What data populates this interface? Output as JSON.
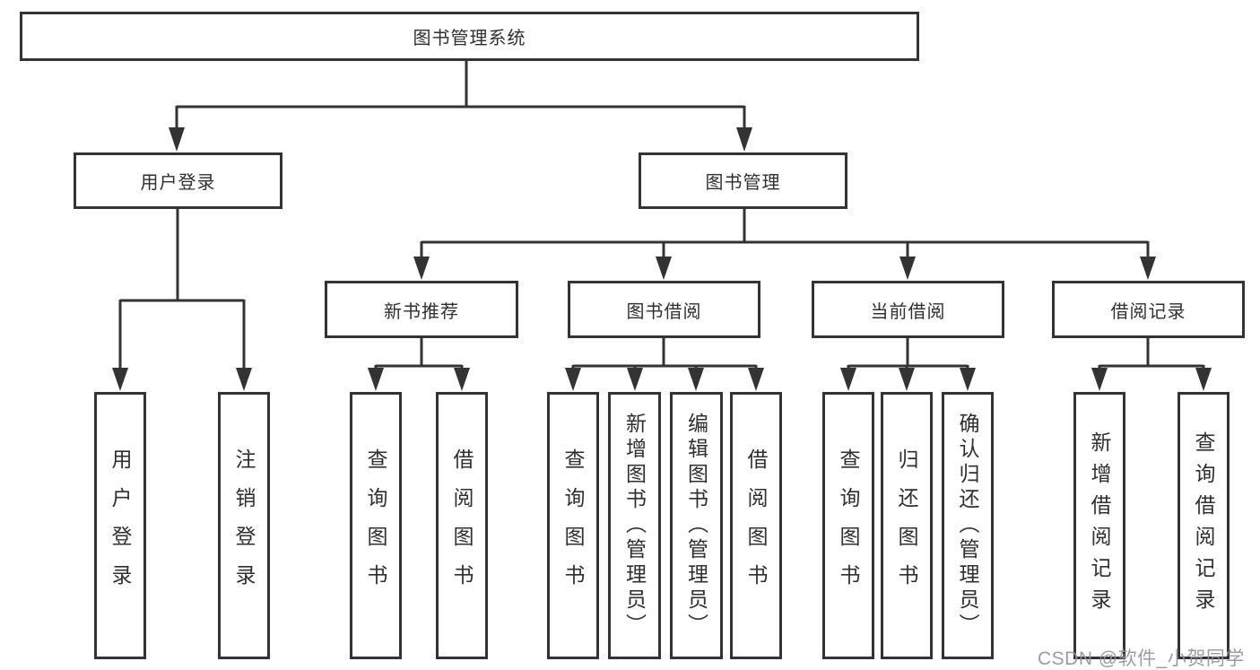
{
  "diagram": {
    "root": {
      "label": "图书管理系统"
    },
    "level2": [
      {
        "label": "用户登录"
      },
      {
        "label": "图书管理"
      }
    ],
    "level3": [
      {
        "label": "新书推荐"
      },
      {
        "label": "图书借阅"
      },
      {
        "label": "当前借阅"
      },
      {
        "label": "借阅记录"
      }
    ],
    "leaves": {
      "user_login": [
        {
          "label": "用户登录"
        },
        {
          "label": "注销登录"
        }
      ],
      "new_book": [
        {
          "label": "查询图书"
        },
        {
          "label": "借阅图书"
        }
      ],
      "book_borrow": [
        {
          "label": "查询图书"
        },
        {
          "label": "新增图书（管理员）"
        },
        {
          "label": "编辑图书（管理员）"
        },
        {
          "label": "借阅图书"
        }
      ],
      "current_borrow": [
        {
          "label": "查询图书"
        },
        {
          "label": "归还图书"
        },
        {
          "label": "确认归还（管理员）"
        }
      ],
      "borrow_record": [
        {
          "label": "新增借阅记录"
        },
        {
          "label": "查询借阅记录"
        }
      ]
    }
  },
  "watermark": {
    "text": "CSDN @软件_小贺同学"
  },
  "colors": {
    "line": "#333333",
    "box_fill": "#ffffff",
    "text": "#2f2f2f",
    "watermark": "#949494"
  }
}
